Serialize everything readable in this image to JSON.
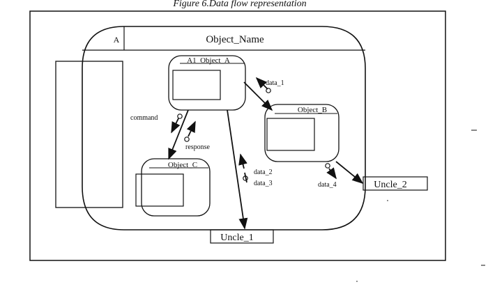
{
  "figure": {
    "caption": "Figure 6.Data flow representation"
  },
  "parent_object": {
    "tag": "A",
    "name": "Object_Name"
  },
  "children": {
    "object_a": {
      "label": "A1  Object_A"
    },
    "object_b": {
      "label": "Object_B"
    },
    "object_c": {
      "label": "Object_C"
    }
  },
  "uncles": {
    "uncle_1": {
      "label": "Uncle_1"
    },
    "uncle_2": {
      "label": "Uncle_2"
    }
  },
  "flows": {
    "data_1": "data_1",
    "command": "command",
    "response": "response",
    "data_2": "data_2",
    "data_3": "data_3",
    "data_4": "data_4"
  },
  "colors": {
    "ink": "#111111",
    "paper": "#ffffff"
  }
}
